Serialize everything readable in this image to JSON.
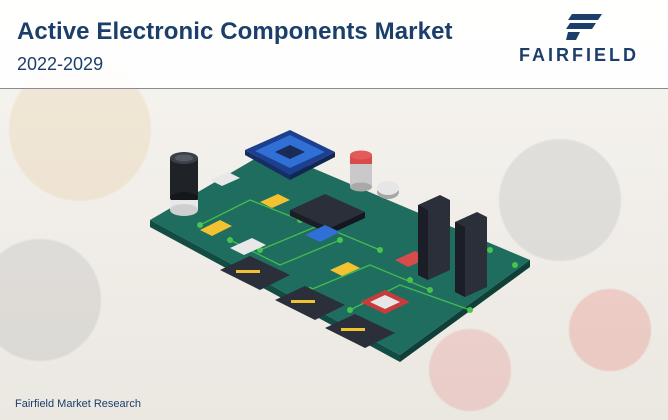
{
  "header": {
    "title": "Active Electronic Components Market",
    "period": "2022-2029"
  },
  "brand": {
    "name": "FAIRFIELD",
    "color": "#1b3f6a"
  },
  "footer": {
    "source": "Fairfield Market Research"
  },
  "colors": {
    "board": "#1e6d5e",
    "board_edge": "#124c42",
    "chip_blue": "#2f6fd6",
    "connector": "#2b2f3a",
    "trace_green": "#49c34f"
  }
}
